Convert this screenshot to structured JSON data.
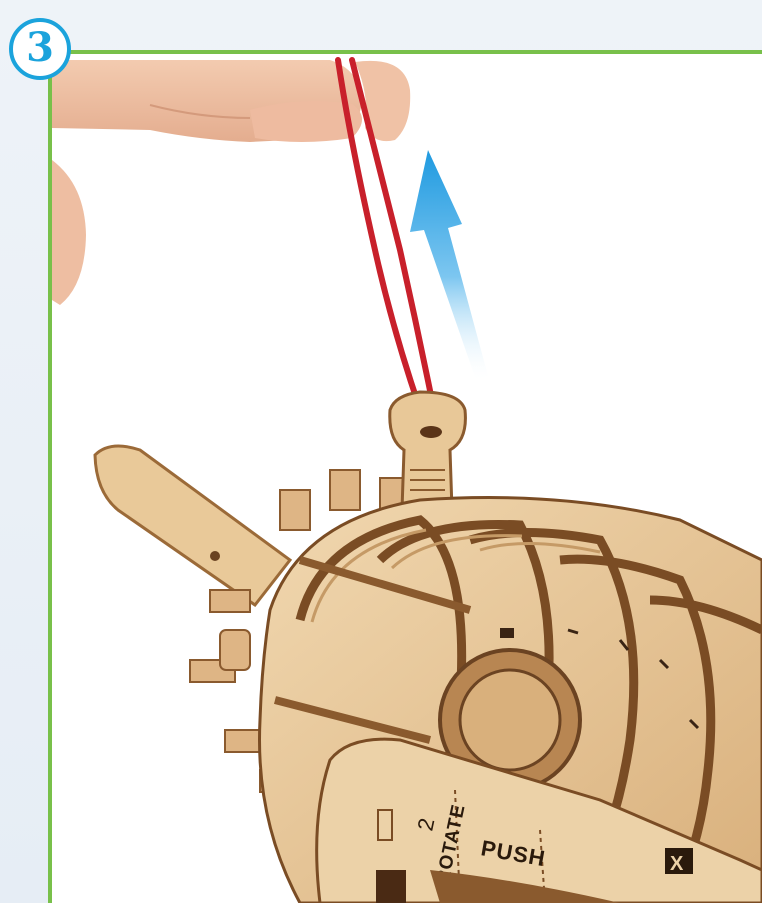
{
  "step": {
    "number": "3"
  },
  "part_labels": {
    "rotate_number": "2",
    "rotate": "ROTATE",
    "push": "PUSH",
    "mark": "X"
  },
  "colors": {
    "frame_border": "#78c04a",
    "badge": "#1ba3dc",
    "cord": "#c8202b",
    "arrow": "#29a3e0",
    "wood_light": "#e8c898",
    "wood_dark": "#8a5a2e"
  },
  "icons": [
    "step-number-badge",
    "pull-up-arrow-icon"
  ]
}
